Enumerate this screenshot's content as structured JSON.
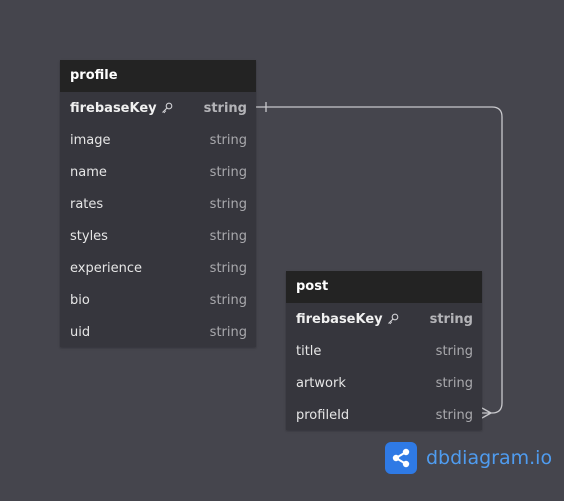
{
  "tables": {
    "profile": {
      "name": "profile",
      "fields": [
        {
          "name": "firebaseKey",
          "type": "string",
          "pk": true
        },
        {
          "name": "image",
          "type": "string"
        },
        {
          "name": "name",
          "type": "string"
        },
        {
          "name": "rates",
          "type": "string"
        },
        {
          "name": "styles",
          "type": "string"
        },
        {
          "name": "experience",
          "type": "string"
        },
        {
          "name": "bio",
          "type": "string"
        },
        {
          "name": "uid",
          "type": "string"
        }
      ]
    },
    "post": {
      "name": "post",
      "fields": [
        {
          "name": "firebaseKey",
          "type": "string",
          "pk": true
        },
        {
          "name": "title",
          "type": "string"
        },
        {
          "name": "artwork",
          "type": "string"
        },
        {
          "name": "profileId",
          "type": "string"
        }
      ]
    }
  },
  "relationship": {
    "from": "profile.firebaseKey",
    "to": "post.profileId",
    "from_cardinality": "one",
    "to_cardinality": "many"
  },
  "brand": {
    "name": "dbdiagram",
    "suffix": ".io",
    "icon": "share-nodes-icon"
  },
  "colors": {
    "background": "#45454d",
    "header": "#232323",
    "table_body": "#36363d",
    "connector": "#c8c8cc",
    "brand_blue": "#2f7ae5"
  }
}
